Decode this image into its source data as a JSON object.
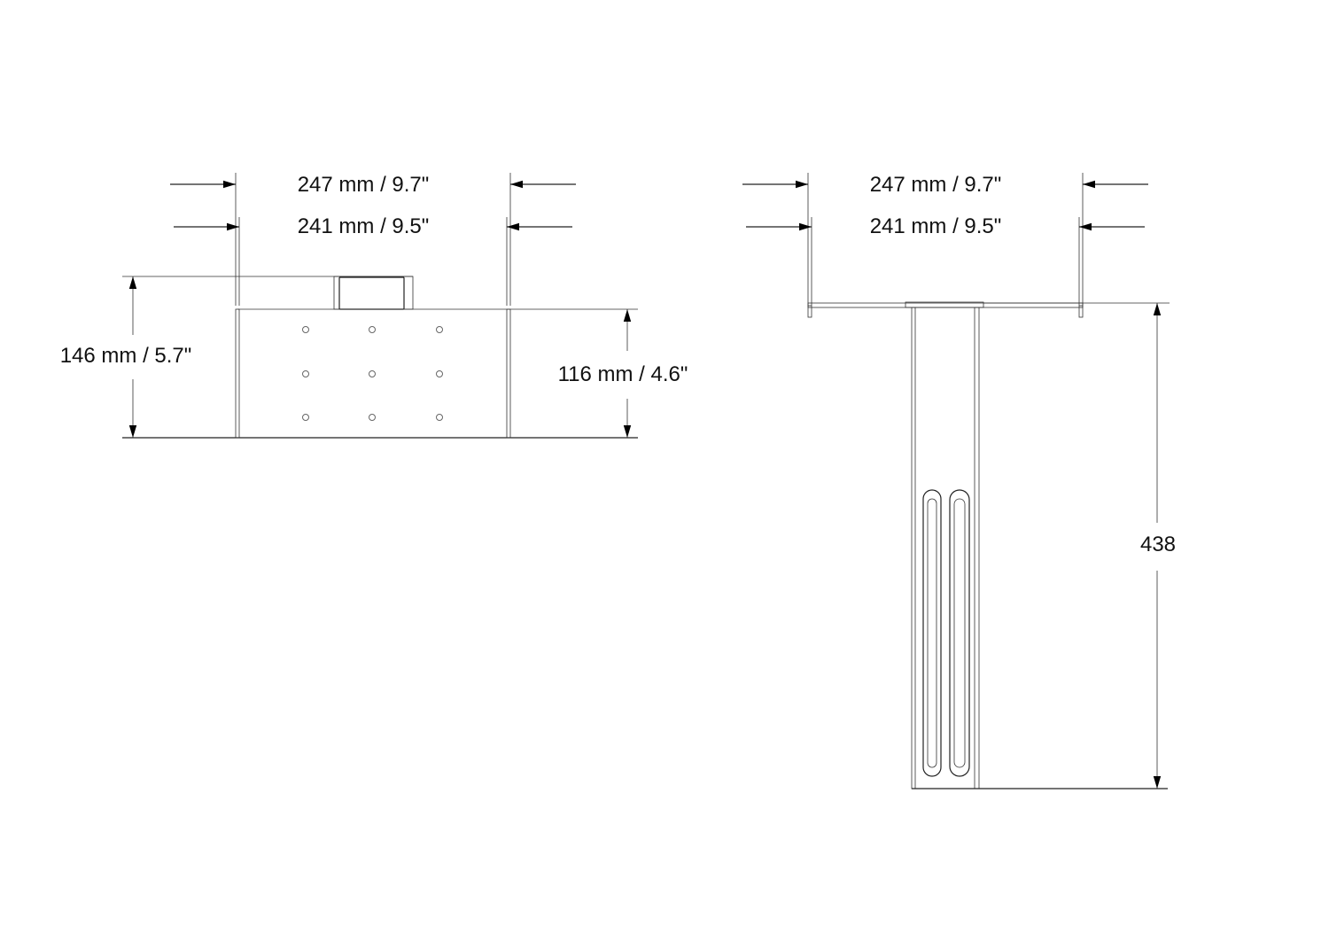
{
  "front_view": {
    "outer_width": "247 mm / 9.7\"",
    "inner_width": "241 mm / 9.5\"",
    "total_height": "146 mm / 5.7\"",
    "plate_height": "116 mm / 4.6\""
  },
  "side_view": {
    "outer_width": "247 mm / 9.7\"",
    "inner_width": "241 mm / 9.5\"",
    "length": "438"
  }
}
